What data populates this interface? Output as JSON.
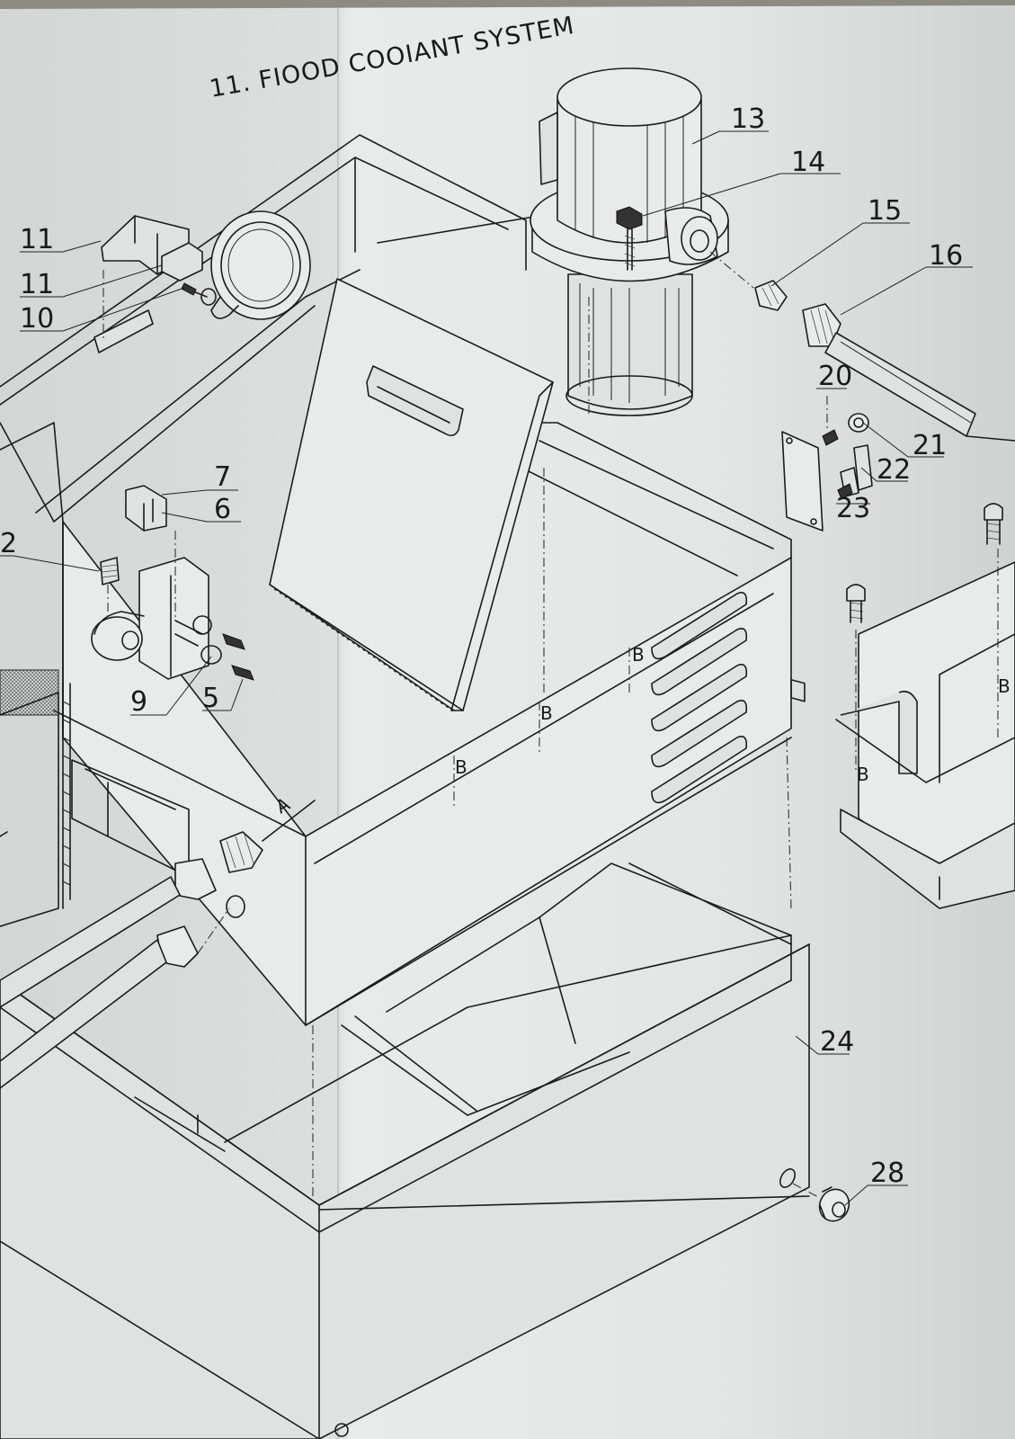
{
  "title": "11. FIOOD COOIANT SYSTEM",
  "callouts": {
    "c2": "2",
    "c5": "5",
    "c6": "6",
    "c7": "7",
    "c9": "9",
    "c10": "10",
    "c11a": "11",
    "c11b": "11",
    "c13": "13",
    "c14": "14",
    "c15": "15",
    "c16": "16",
    "c20": "20",
    "c21": "21",
    "c22": "22",
    "c23": "23",
    "c24": "24",
    "c28": "28"
  },
  "refs": {
    "a": "A",
    "b": "B"
  }
}
